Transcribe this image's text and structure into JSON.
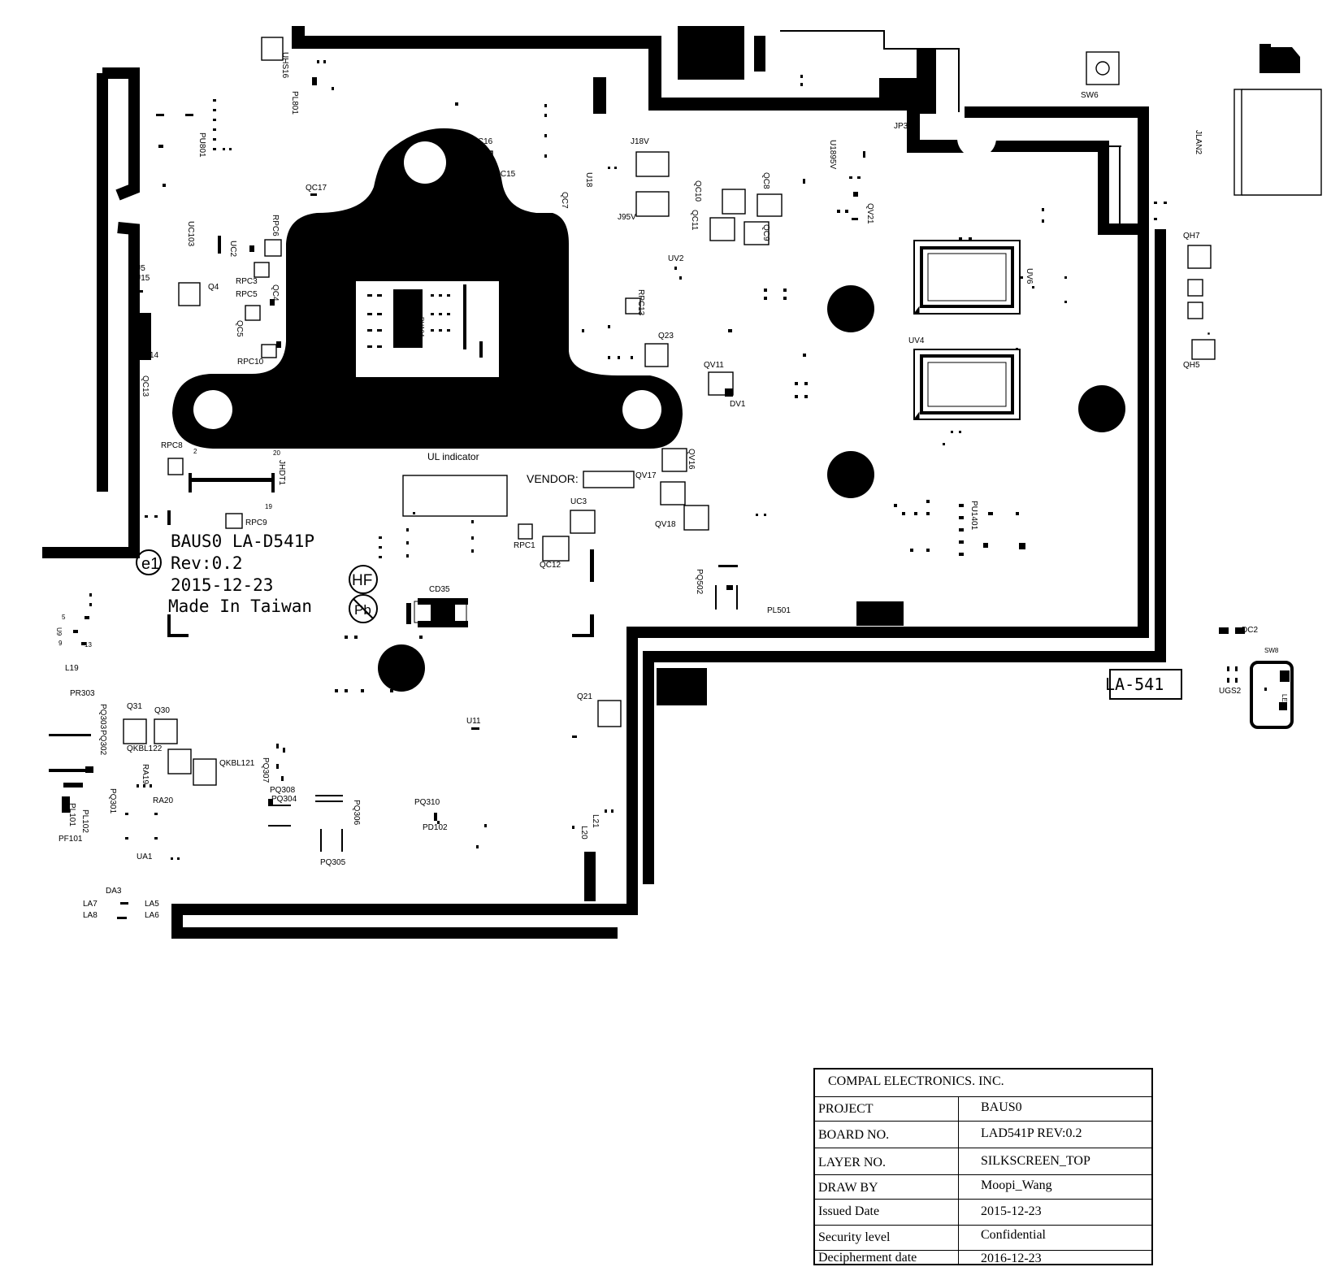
{
  "board": {
    "marking": {
      "line1": "BAUS0  LA-D541P",
      "line2": "Rev:0.2",
      "line3": "2015-12-23",
      "line4": "Made In Taiwan",
      "e1": "e1",
      "hf": "HF",
      "pb": "Pb"
    },
    "ul_indicator": "UL indicator",
    "vendor": "VENDOR:",
    "board_tag": "LA-541",
    "labels": {
      "uhs16": "UHS16",
      "pl801": "PL801",
      "pu801": "PU801",
      "rpc16": "RPC16",
      "rpc15": "RPC15",
      "qc17": "QC17",
      "qc7": "QC7",
      "u18": "U18",
      "j18v": "J18V",
      "j95v": "J95V",
      "qc10": "QC10",
      "qc11": "QC11",
      "qc8": "QC8",
      "qc9": "QC9",
      "u1895v": "U1895V",
      "qv21": "QV21",
      "jp3": "JP3",
      "sw6": "SW6",
      "jlan2": "JLAN2",
      "uc103": "UC103",
      "uc2": "UC2",
      "rpc6": "RPC6",
      "rpc3": "RPC3",
      "rpc5": "RPC5",
      "qc5": "QC5",
      "qc4": "QC4",
      "rpc10": "RPC10",
      "u5": "U5",
      "u15": "U15",
      "q4": "Q4",
      "uv2": "UV2",
      "rpc13": "RPC13",
      "q23": "Q23",
      "pu104": "PU104",
      "qv11": "QV11",
      "dv1": "DV1",
      "uv6": "UV6",
      "uv4": "UV4",
      "qh7": "QH7",
      "qh5": "QH5",
      "u14": "14",
      "qc13": "QC13",
      "rpc8": "RPC8",
      "jhdt1": "JHDT1",
      "pin2": "2",
      "pin20": "20",
      "pin19": "19",
      "rpc9": "RPC9",
      "qv16": "QV16",
      "qv17": "QV17",
      "qv18": "QV18",
      "uc3": "UC3",
      "rpc1": "RPC1",
      "qc12": "QC12",
      "pu1401": "PU1401",
      "pq502": "PQ502",
      "pl501": "PL501",
      "cd35": "CD35",
      "dc2": "DC2",
      "sw8": "SW8",
      "ugs2": "UGS2",
      "led3": "LED3",
      "u9": "U9",
      "n5": "5",
      "n9": "9",
      "n13": "13",
      "l19": "L19",
      "pr303": "PR303",
      "pq303": "PQ303",
      "pq302": "PQ302",
      "q31": "Q31",
      "q30": "Q30",
      "qkbl122": "QKBL122",
      "qkbl121": "QKBL121",
      "ra19": "RA19",
      "pq301": "PQ301",
      "ra20": "RA20",
      "pl101": "PL101",
      "pl102": "PL102",
      "pf101": "PF101",
      "ua1": "UA1",
      "pq307": "PQ307",
      "pq308": "PQ308",
      "pq304": "PQ304",
      "pq306": "PQ306",
      "pq305": "PQ305",
      "pq310": "PQ310",
      "pd102": "PD102",
      "u11": "U11",
      "q21": "Q21",
      "l21": "L21",
      "l20": "L20",
      "da3": "DA3",
      "la7": "LA7",
      "la8": "LA8",
      "la5": "LA5",
      "la6": "LA6"
    }
  },
  "title_block": {
    "company": "COMPAL ELECTRONICS. INC.",
    "rows": [
      {
        "label": "PROJECT",
        "value": "BAUS0"
      },
      {
        "label": "BOARD NO.",
        "value": "LAD541P   REV:0.2"
      },
      {
        "label": "LAYER NO.",
        "value": "SILKSCREEN_TOP"
      },
      {
        "label": "DRAW BY",
        "value": "Moopi_Wang"
      },
      {
        "label": "Issued  Date",
        "value": "2015-12-23"
      },
      {
        "label": "Security level",
        "value": "Confidential"
      },
      {
        "label": "Decipherment date",
        "value": "2016-12-23"
      }
    ]
  }
}
